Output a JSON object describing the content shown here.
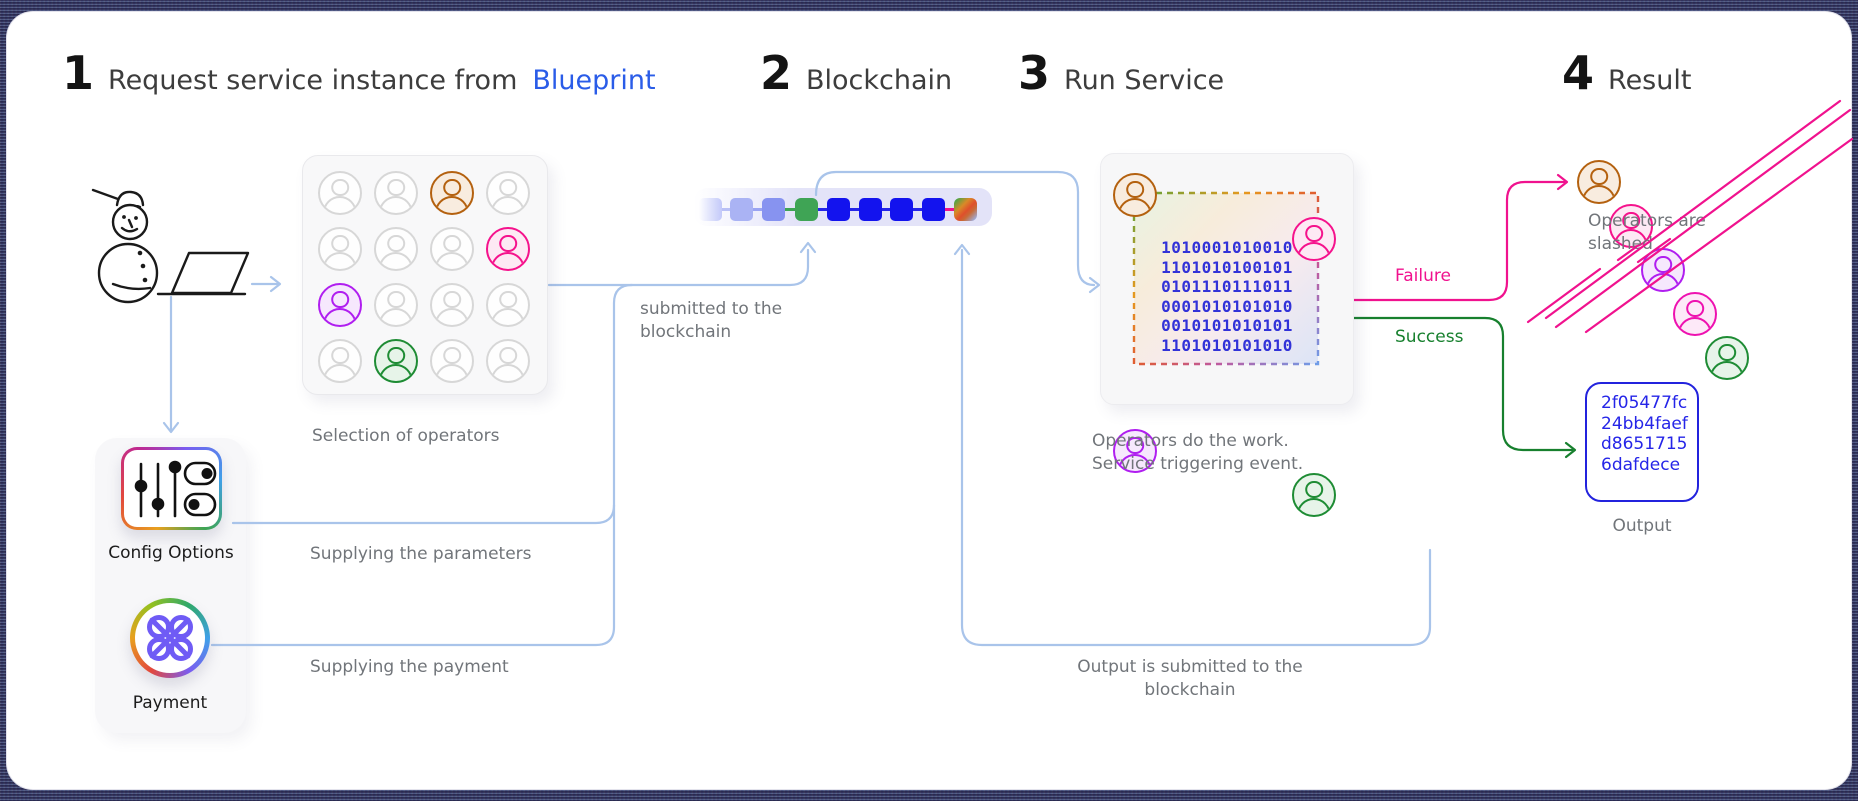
{
  "palette": {
    "link_blue": "#2a5ce8",
    "line_blue": "#a9c4ea",
    "block_blue": "#1313ee",
    "binary_blue": "#3232d8",
    "output_blue": "#2323dd",
    "failure_pink": "#f0128e",
    "success_green": "#17802e",
    "operator_orange": "#b4610f",
    "operator_pink": "#f5128c",
    "operator_purple": "#b01ef0",
    "operator_green": "#1e8c34",
    "label_gray": "#71757a"
  },
  "steps": [
    {
      "number": "1",
      "title": "Request service instance from",
      "title_link": "Blueprint"
    },
    {
      "number": "2",
      "title": "Blockchain"
    },
    {
      "number": "3",
      "title": "Run Service"
    },
    {
      "number": "4",
      "title": "Result"
    }
  ],
  "request": {
    "operators_grid": {
      "cells": [
        "gray",
        "gray",
        "orange",
        "gray",
        "gray",
        "gray",
        "gray",
        "pink",
        "purple",
        "gray",
        "gray",
        "gray",
        "gray",
        "green",
        "gray",
        "gray"
      ],
      "caption": "Selection of operators"
    },
    "config": {
      "label": "Config Options",
      "caption": "Supplying the parameters"
    },
    "payment": {
      "label": "Payment",
      "caption": "Supplying the payment"
    }
  },
  "blockchain": {
    "blocks": [
      "fade",
      "light",
      "mid",
      "green",
      "solid",
      "solid",
      "solid",
      "solid",
      "rainbow"
    ],
    "submit_caption": "submitted to the blockchain",
    "return_caption": "Output is submitted to the blockchain"
  },
  "run_service": {
    "corners": [
      "orange",
      "pink",
      "purple",
      "green"
    ],
    "binary": [
      "1010001010010",
      "1101010100101",
      "0101110111011",
      "0001010101010",
      "0010101010101",
      "1101010101010"
    ],
    "caption": "Operators do the work. Service triggering event.",
    "failure_label": "Failure",
    "success_label": "Success"
  },
  "result": {
    "slashed": {
      "colors": [
        "orange",
        "pink",
        "purple",
        "magenta",
        "green"
      ],
      "caption": "Operators are slashed"
    },
    "output": {
      "hash_lines": [
        "2f05477fc",
        "24bb4faef",
        "d8651715",
        "6dafdece"
      ],
      "caption": "Output"
    }
  }
}
